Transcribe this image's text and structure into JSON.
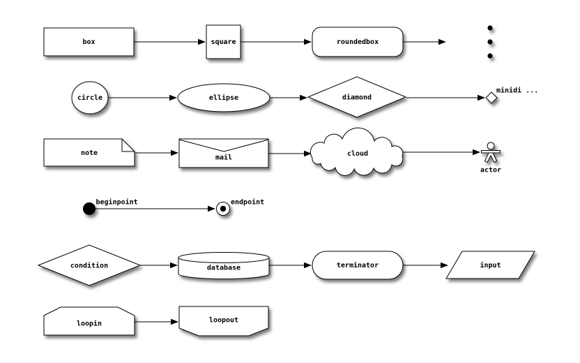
{
  "diagram": {
    "nodes": {
      "box": {
        "label": "box"
      },
      "square": {
        "label": "square"
      },
      "roundedbox": {
        "label": "roundedbox"
      },
      "circle": {
        "label": "circle"
      },
      "ellipse": {
        "label": "ellipse"
      },
      "diamond": {
        "label": "diamond"
      },
      "minidiamond": {
        "label": "minidi ..."
      },
      "note": {
        "label": "note"
      },
      "mail": {
        "label": "mail"
      },
      "cloud": {
        "label": "cloud"
      },
      "actor": {
        "label": "actor"
      },
      "beginpoint": {
        "label": "beginpoint"
      },
      "endpoint": {
        "label": "endpoint"
      },
      "condition": {
        "label": "condition"
      },
      "database": {
        "label": "database"
      },
      "terminator": {
        "label": "terminator"
      },
      "input": {
        "label": "input"
      },
      "loopin": {
        "label": "loopin"
      },
      "loopout": {
        "label": "loopout"
      }
    },
    "colors": {
      "stroke": "#000000",
      "fill": "#ffffff",
      "background": "#ffffff"
    }
  }
}
